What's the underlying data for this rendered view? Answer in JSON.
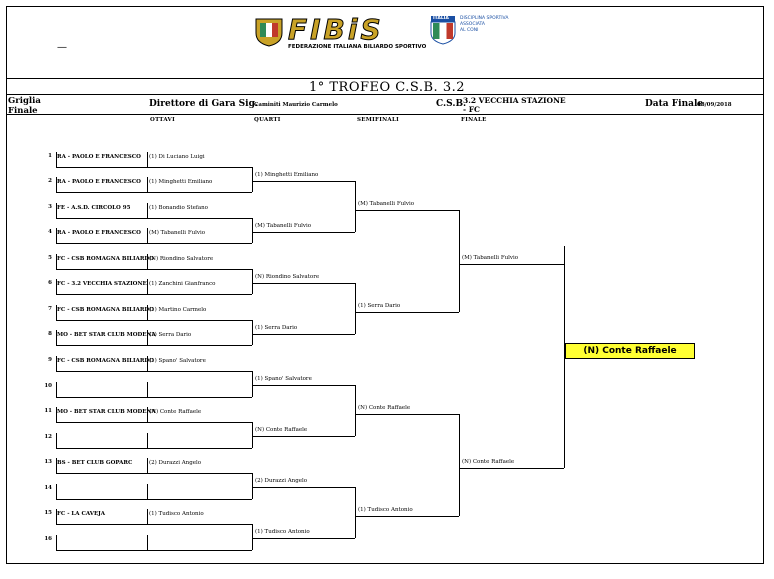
{
  "header": {
    "logo_text": "FIBiS",
    "federation": "FEDERAZIONE ITALIANA BILIARDO SPORTIVO",
    "coni_text": "ITALIA",
    "discipline": [
      "DISCIPLINA SPORTIVA",
      "ASSOCIATA",
      "AL CONI"
    ],
    "dash": "—",
    "title": "1° TROFEO C.S.B. 3.2"
  },
  "info": {
    "griglia_line1": "Griglia",
    "griglia_line2": "Finale",
    "director_label": "Direttore di Gara Sig.",
    "director_name": "Caminiti Maurizio Carmelo",
    "csb_label": "C.S.B.",
    "csb_name_line1": "3.2 VECCHIA STAZIONE",
    "csb_name_line2": "- FC",
    "date_label": "Data Finale",
    "date_value": "08/09/2018"
  },
  "rounds": {
    "ottavi": "OTTAVI",
    "quarti": "QUARTI",
    "semifinali": "SEMIFINALI",
    "finale": "FINALE"
  },
  "ottavi": [
    {
      "num": "1",
      "club": "RA - PAOLO E FRANCESCO",
      "player": "(1) Di Luciano Luigi"
    },
    {
      "num": "2",
      "club": "RA - PAOLO E FRANCESCO",
      "player": "(1) Minghetti Emiliano"
    },
    {
      "num": "3",
      "club": "FE - A.S.D. CIRCOLO 95",
      "player": "(1) Bonandio Stefano"
    },
    {
      "num": "4",
      "club": "RA - PAOLO E FRANCESCO",
      "player": "(M) Tabanelli Fulvio"
    },
    {
      "num": "5",
      "club": "FC - CSB ROMAGNA BILIARDO",
      "player": "(N) Riondino Salvatore"
    },
    {
      "num": "6",
      "club": "FC - 3.2 VECCHIA STAZIONE",
      "player": "(1) Zanchini Gianfranco"
    },
    {
      "num": "7",
      "club": "FC - CSB ROMAGNA BILIARDO",
      "player": "(1) Martino Carmelo"
    },
    {
      "num": "8",
      "club": "MO - BET STAR CLUB MODENA",
      "player": "(1) Serra Dario"
    },
    {
      "num": "9",
      "club": "FC - CSB ROMAGNA BILIARDO",
      "player": "(1) Spano' Salvatore"
    },
    {
      "num": "10",
      "club": "",
      "player": ""
    },
    {
      "num": "11",
      "club": "MO - BET STAR CLUB MODENA",
      "player": "(N) Conte Raffaele"
    },
    {
      "num": "12",
      "club": "",
      "player": ""
    },
    {
      "num": "13",
      "club": "BS - BET CLUB GOPARC",
      "player": "(2) Durazzi Angelo"
    },
    {
      "num": "14",
      "club": "",
      "player": ""
    },
    {
      "num": "15",
      "club": "FC - LA CAVEJA",
      "player": "(1) Tudisco Antonio"
    },
    {
      "num": "16",
      "club": "",
      "player": ""
    }
  ],
  "quarti": [
    "(1) Minghetti Emiliano",
    "(M) Tabanelli Fulvio",
    "(N) Riondino Salvatore",
    "(1) Serra Dario",
    "(1) Spano' Salvatore",
    "(N) Conte Raffaele",
    "(2) Durazzi Angelo",
    "(1) Tudisco Antonio"
  ],
  "semifinali": [
    "(M) Tabanelli Fulvio",
    "(1) Serra Dario",
    "(N) Conte Raffaele",
    "(1) Tudisco Antonio"
  ],
  "finale": [
    "(M) Tabanelli Fulvio",
    "(N) Conte Raffaele"
  ],
  "winner": "(N) Conte Raffaele",
  "colors": {
    "winner_bg": "#ffff33",
    "logo_gold": "#c9a227",
    "logo_red": "#c0392b"
  }
}
